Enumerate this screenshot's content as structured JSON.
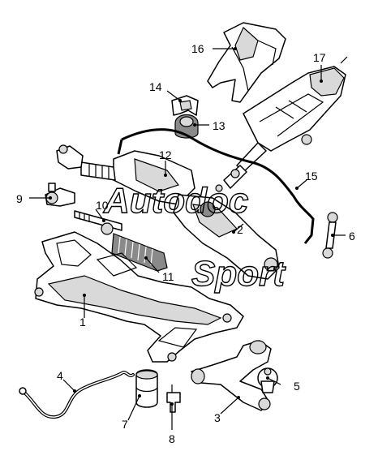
{
  "callouts": {
    "c1": "1",
    "c2": "2",
    "c3": "3",
    "c4": "4",
    "c5": "5",
    "c6": "6",
    "c7": "7",
    "c8": "8",
    "c9": "9",
    "c10": "10",
    "c11": "11",
    "c12": "12",
    "c13": "13",
    "c14": "14",
    "c15": "15",
    "c16": "16",
    "c17": "17"
  },
  "watermark": {
    "line1": "Autodoc",
    "line2": "Sport"
  }
}
